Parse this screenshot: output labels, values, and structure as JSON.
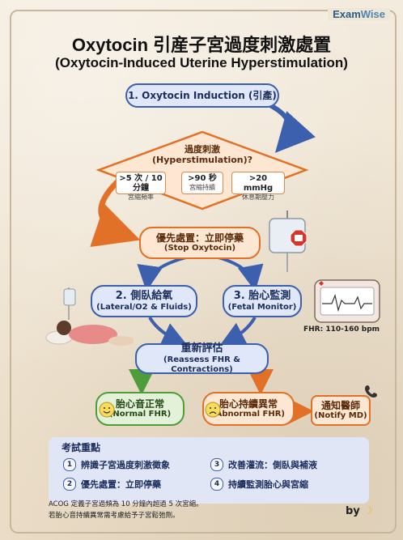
{
  "brand": {
    "part1": "Exam",
    "part2": "Wise"
  },
  "title": {
    "zh": "Oxytocin 引産子宮過度刺激處置",
    "en": "(Oxytocin-Induced Uterine Hyperstimulation)"
  },
  "steps": {
    "induction": "1. Oxytocin Induction (引產)",
    "decision": {
      "zh": "過度刺激",
      "en": "(Hyperstimulation)?"
    },
    "criteria": [
      {
        "main": ">5 次 / 10分鐘",
        "sub": "宮縮頻率"
      },
      {
        "main": ">90 秒",
        "sub": "宮縮持續"
      },
      {
        "main": ">20 mmHg",
        "sub": "休息期壓力"
      }
    ],
    "stop": {
      "zh": "優先處置：立即停藥",
      "en": "(Stop Oxytocin)"
    },
    "lateral": {
      "zh": "2. 側臥給氧",
      "en": "(Lateral/O2 & Fluids)"
    },
    "monitor": {
      "zh": "3. 胎心監測",
      "en": "(Fetal Monitor)"
    },
    "reassess": {
      "zh": "重新評估",
      "en": "(Reassess FHR & Contractions)"
    },
    "normal": {
      "zh": "胎心音正常",
      "en": "(Normal FHR)"
    },
    "abnormal": {
      "zh": "胎心持續異常",
      "en": "(Abnormal FHR)"
    },
    "notify": {
      "zh": "通知醫師",
      "en": "(Notify MD)"
    }
  },
  "fhr_range": "FHR: 110-160 bpm",
  "exam": {
    "title": "考試重點",
    "points": [
      {
        "n": "1",
        "text": "辨識子宮過度刺激徵象"
      },
      {
        "n": "2",
        "text": "優先處置：立即停藥"
      },
      {
        "n": "3",
        "text": "改善灌流：側臥與補液"
      },
      {
        "n": "4",
        "text": "持續監測胎心與宮縮"
      }
    ]
  },
  "footnote": [
    "ACOG 定義子宮過頻為 10 分鐘內超過 5 次宮縮。",
    "若胎心音持續異常需考慮給予子宮鬆弛劑。"
  ],
  "byline": "by",
  "colors": {
    "blue": "#3c5fae",
    "orange": "#e17126",
    "green": "#4f9c3a"
  }
}
